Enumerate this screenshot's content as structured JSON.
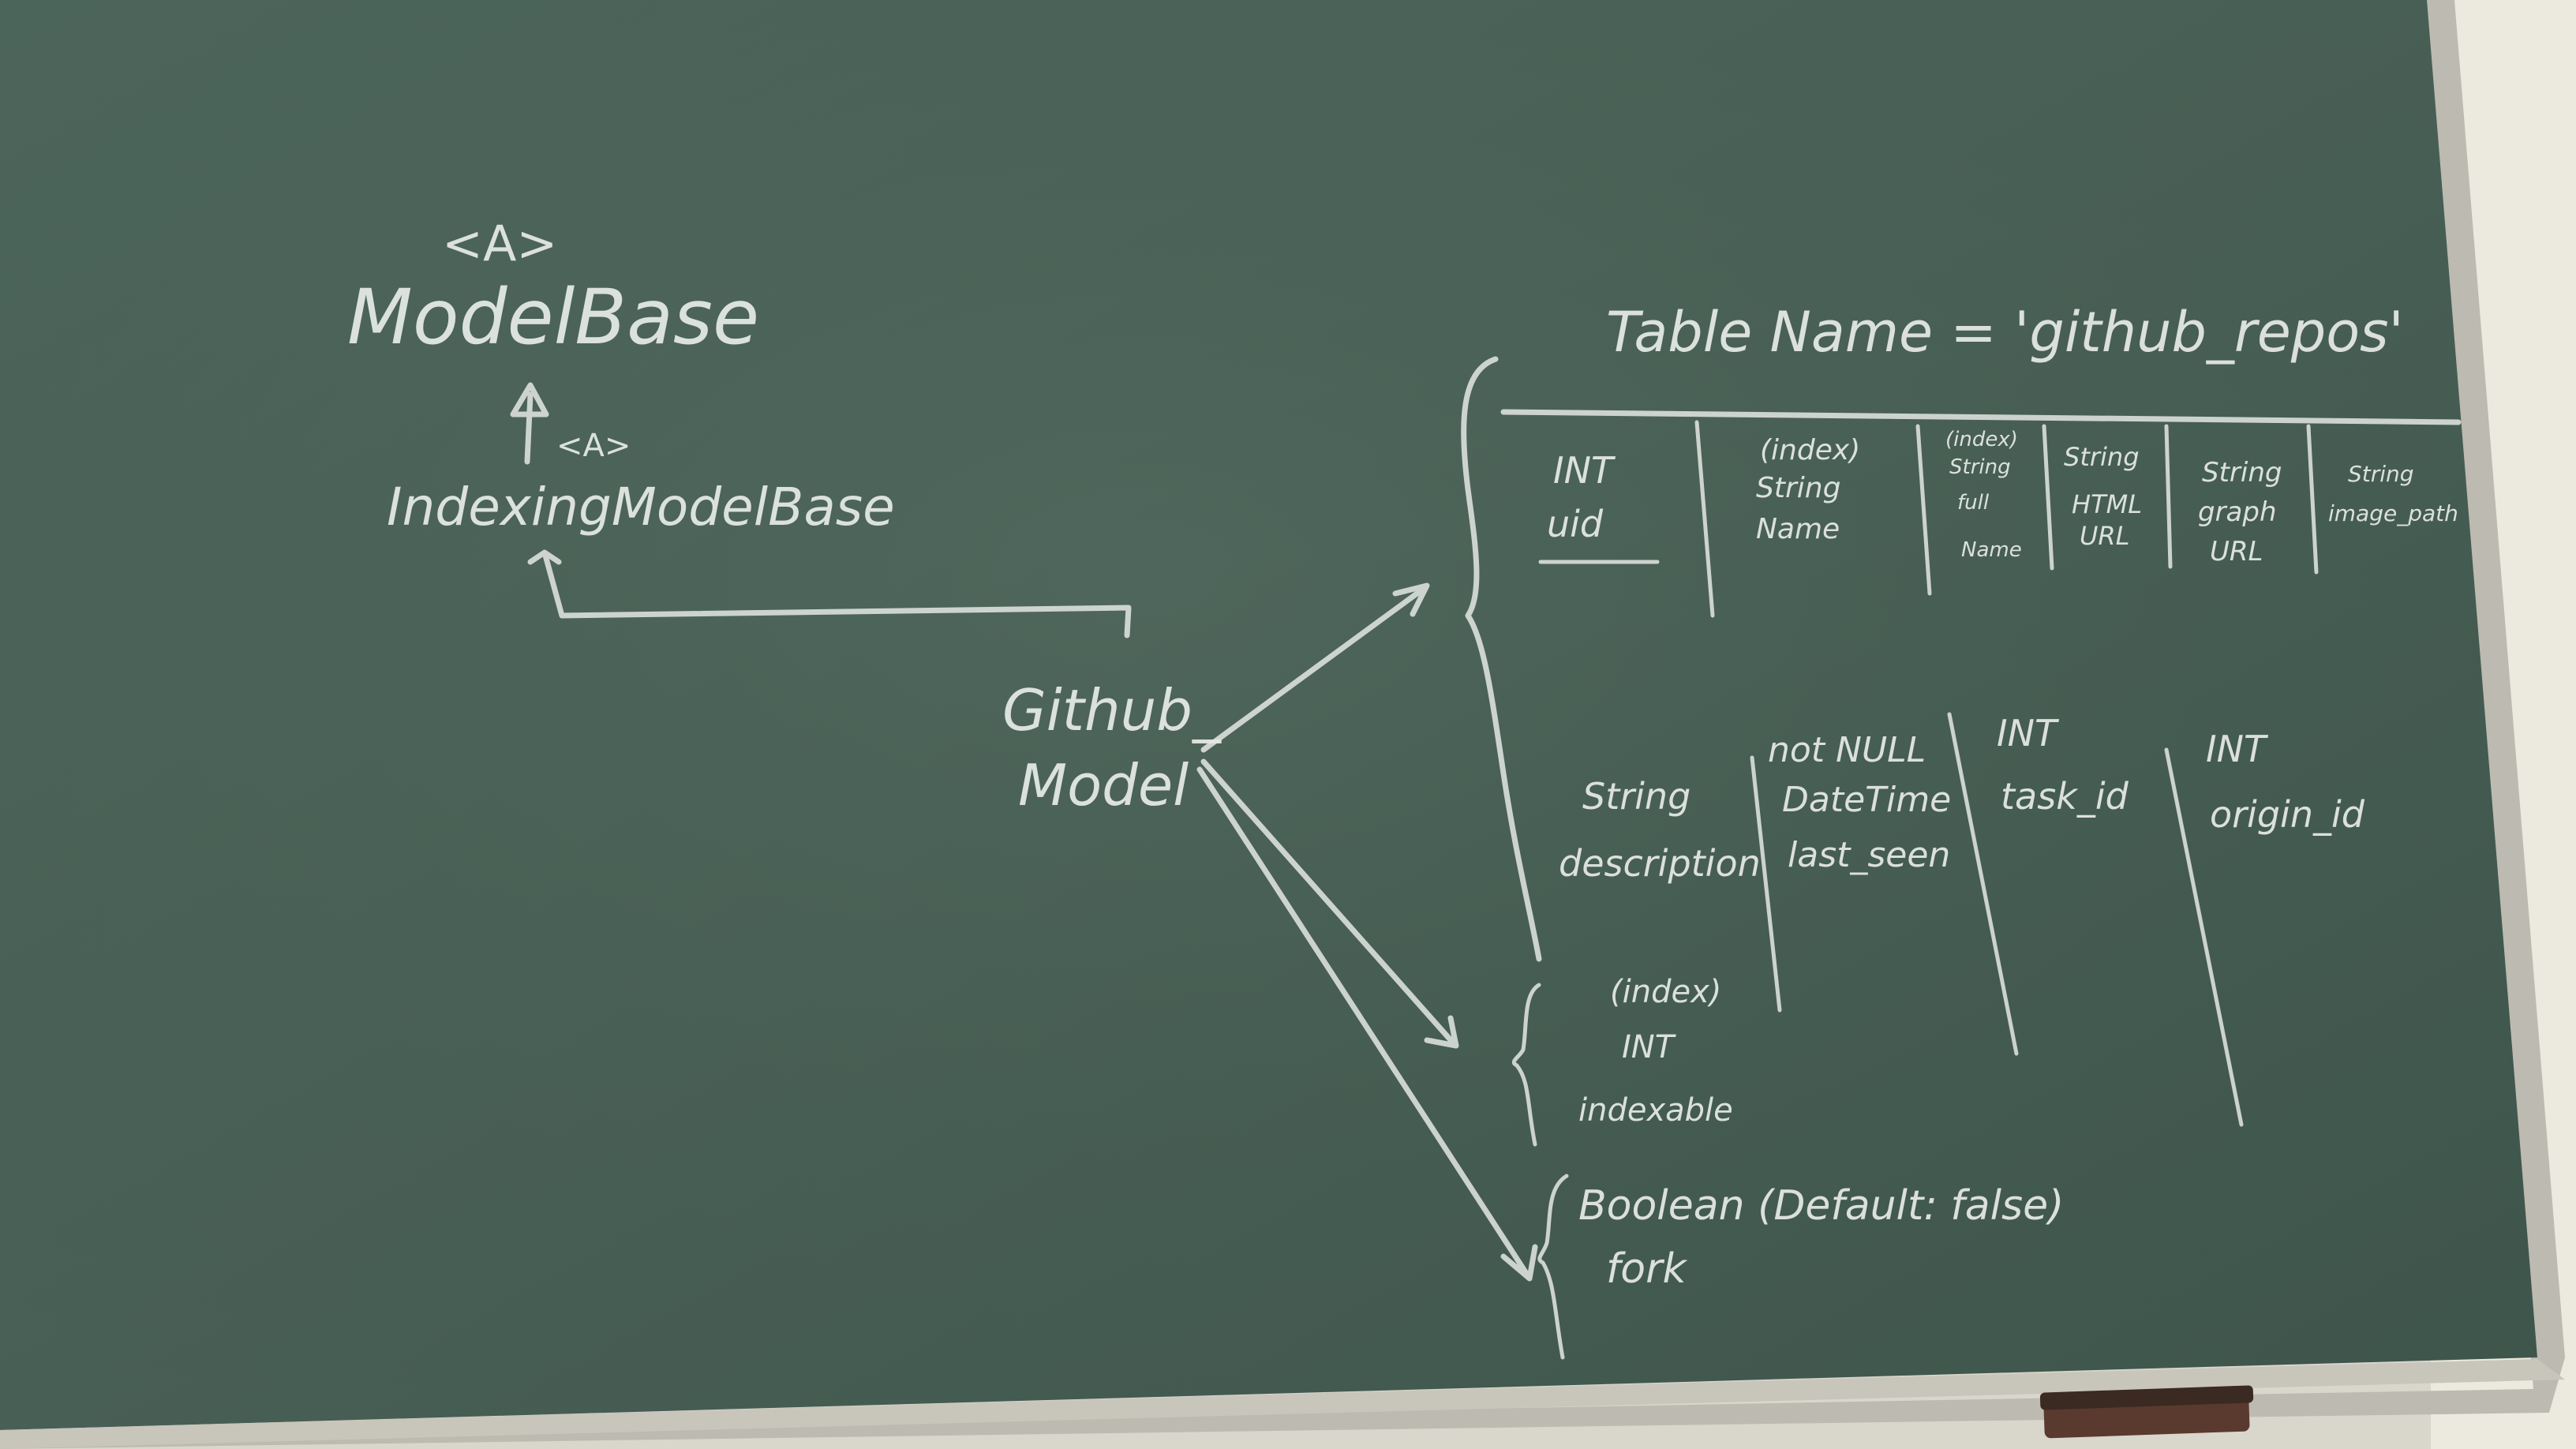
{
  "colors": {
    "board": "#4a6358",
    "board_dark": "#3c5249",
    "chalk": "#e8ece8",
    "wall": "#e9e6dc",
    "frame": "#b9b6ad",
    "eraser_felt": "#5a3a2e"
  },
  "board": {
    "model_base": {
      "generic": "<A>",
      "title": "ModelBase"
    },
    "indexing_model_base": {
      "generic": "<A>",
      "title": "IndexingModelBase"
    },
    "github_model": {
      "line1": "Github_",
      "line2": "Model"
    },
    "table_name": "Table Name = 'github_repos'",
    "columns_row1": [
      {
        "lines": [
          "INT",
          "uid"
        ]
      },
      {
        "lines": [
          "(index)",
          "String",
          "Name"
        ]
      },
      {
        "lines": [
          "(index)",
          "String",
          "full",
          "Name"
        ]
      },
      {
        "lines": [
          "String",
          "HTML",
          "URL"
        ]
      },
      {
        "lines": [
          "String",
          "graph",
          "URL"
        ]
      },
      {
        "lines": [
          "String",
          "image_path"
        ]
      }
    ],
    "columns_row2": [
      {
        "lines": [
          "String",
          "description"
        ]
      },
      {
        "lines": [
          "not NULL",
          "DateTime",
          "last_seen"
        ]
      },
      {
        "lines": [
          "INT",
          "task_id"
        ]
      },
      {
        "lines": [
          "INT",
          "origin_id"
        ]
      }
    ],
    "index_group": {
      "lines": [
        "(index)",
        "INT",
        "indexable"
      ]
    },
    "boolean_group": {
      "line1": "Boolean (Default: false)",
      "line2": "fork"
    }
  }
}
